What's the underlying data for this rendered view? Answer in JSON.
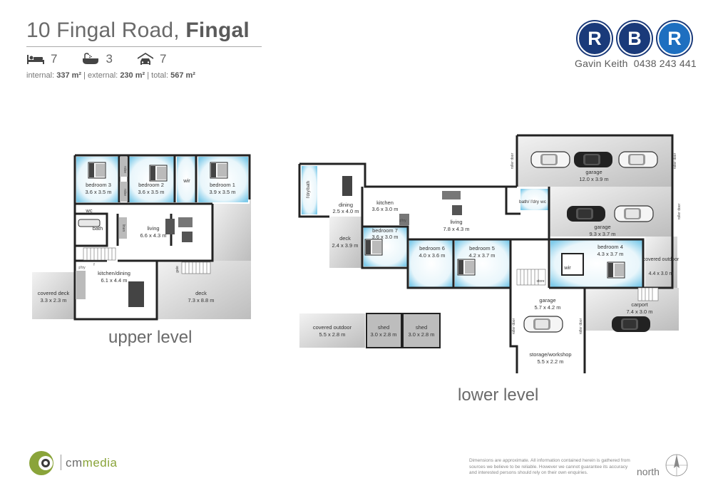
{
  "header": {
    "street": "10 Fingal Road,",
    "suburb": "Fingal",
    "bedrooms": "7",
    "bathrooms": "3",
    "car_spaces": "7",
    "internal_label": "internal:",
    "internal_value": "337 m²",
    "external_label": "external:",
    "external_value": "230 m²",
    "total_label": "total:",
    "total_value": "567 m²",
    "separator": "|"
  },
  "agency": {
    "letters": [
      "R",
      "B",
      "R"
    ],
    "agent_name": "Gavin Keith",
    "agent_phone": "0438 243 441",
    "colors": {
      "navy": "#1a3a7a",
      "blue": "#1e6fc0"
    }
  },
  "upper_level": {
    "label": "upper level",
    "rooms": [
      {
        "name": "bedroom 3",
        "dims": "3.6 x 3.5 m"
      },
      {
        "name": "bedroom 2",
        "dims": "3.6 x 3.5 m"
      },
      {
        "name": "wir",
        "dims": ""
      },
      {
        "name": "bedroom 1",
        "dims": "3.9 x 3.5 m"
      },
      {
        "name": "wc",
        "dims": ""
      },
      {
        "name": "bath",
        "dims": ""
      },
      {
        "name": "living",
        "dims": "6.6 x 4.3 m"
      },
      {
        "name": "kitchen/dining",
        "dims": "6.1 x 4.4 m"
      },
      {
        "name": "covered deck",
        "dims": "3.3 x 2.3 m"
      },
      {
        "name": "deck",
        "dims": "7.3 x 8.8 m"
      }
    ],
    "small_labels": [
      "robe",
      "robe",
      "linen",
      "p'try",
      "gate",
      "f"
    ]
  },
  "lower_level": {
    "label": "lower level",
    "rooms": [
      {
        "name": "l'dry/bath",
        "dims": ""
      },
      {
        "name": "dining",
        "dims": "2.5 x 4.0 m"
      },
      {
        "name": "kitchen",
        "dims": "3.6 x 3.0 m"
      },
      {
        "name": "living",
        "dims": "7.8 x 4.3 m"
      },
      {
        "name": "deck",
        "dims": "2.4 x 3.9 m"
      },
      {
        "name": "bedroom 7",
        "dims": "3.6 x 3.0 m"
      },
      {
        "name": "bedroom 6",
        "dims": "4.0 x 3.6 m"
      },
      {
        "name": "bedroom 5",
        "dims": "4.2 x 3.7 m"
      },
      {
        "name": "bath/ l'dry",
        "dims": ""
      },
      {
        "name": "wc",
        "dims": ""
      },
      {
        "name": "garage",
        "dims": "12.0 x 3.9 m"
      },
      {
        "name": "garage",
        "dims": "9.3 x 3.7 m"
      },
      {
        "name": "bedroom 4",
        "dims": "4.3 x 3.7 m"
      },
      {
        "name": "wir",
        "dims": ""
      },
      {
        "name": "covered outdoor",
        "dims": "4.4 x 3.0 m"
      },
      {
        "name": "garage",
        "dims": "5.7 x 4.2 m"
      },
      {
        "name": "carport",
        "dims": "7.4 x 3.0 m"
      },
      {
        "name": "storage/workshop",
        "dims": "5.5 x 2.2 m"
      },
      {
        "name": "covered outdoor",
        "dims": "5.5 x 2.8 m"
      },
      {
        "name": "shed",
        "dims": "3.0 x 2.8 m"
      },
      {
        "name": "shed",
        "dims": "3.0 x 2.8 m"
      }
    ],
    "small_labels": [
      "roller door",
      "roller door",
      "roller door",
      "roller door",
      "roller door",
      "p'try",
      "store"
    ]
  },
  "footer": {
    "brand_prefix": "cm",
    "brand_suffix": "media",
    "disclaimer": "Dimensions are approximate. All information contained herein is gathered from sources we believe to be reliable. However we cannot guarantee its accuracy and interested persons should rely on their own enquiries.",
    "north": "north"
  },
  "colors": {
    "room_blue": "#a9dcef",
    "room_grey": "#c9c9c9",
    "wall": "#222222",
    "brand_green": "#8aa43a"
  }
}
